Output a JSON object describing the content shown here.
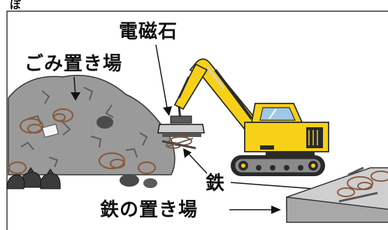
{
  "labels": {
    "top_left_partial": "ぼ",
    "garbage_area": "ごみ置き場",
    "electromagnet": "電磁石",
    "iron": "鉄",
    "iron_area": "鉄の置き場"
  },
  "colors": {
    "frame": "#333333",
    "excavator_yellow": "#f7d117",
    "excavator_dark": "#2a2a2a",
    "track_gray": "#8a8a8a",
    "garbage_gray": "#9a9a9a",
    "garbage_dark": "#5d5d5d",
    "bag_black": "#3b3b3b",
    "scrap_brown": "#8b5a3c",
    "bin_gray": "#a8a8a8",
    "window_blue": "#9fc7e8",
    "text": "#111111"
  },
  "icons": [
    "garbage-pile-icon",
    "trash-bag-icon",
    "electromagnet-icon",
    "excavator-icon",
    "iron-bin-icon",
    "scrap-iron-icon"
  ]
}
